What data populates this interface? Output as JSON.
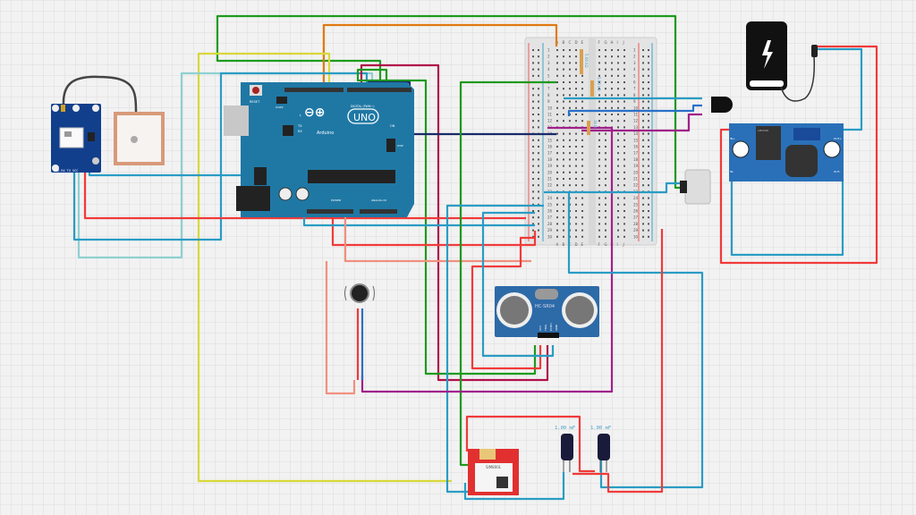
{
  "arduino": {
    "brand": "Arduino",
    "model": "UNO",
    "reset_label": "RESET",
    "icsp2_label": "ICSP2",
    "icsp_label": "ICSP",
    "digital_label": "DIGITAL (PWM~)",
    "power_label": "POWER",
    "analog_label": "ANALOG IN",
    "led_l": "L",
    "led_tx": "TX",
    "led_rx": "RX",
    "led_on": "ON",
    "color": "#1f78a4"
  },
  "gps": {
    "pins": "GND RX TX VCC",
    "color": "#123f8c"
  },
  "ultrasonic": {
    "label": "HC-SR04",
    "pins": [
      "VCC",
      "TRIG",
      "ECHO",
      "GND"
    ]
  },
  "gsm": {
    "label": "SIM800L"
  },
  "capacitors": [
    {
      "label": "1.00 mF"
    },
    {
      "label": "1.00 mF"
    }
  ],
  "regulator": {
    "chip": "LM2596",
    "in_plus": "IN+",
    "in_minus": "IN-",
    "out_plus": "OUT+",
    "out_minus": "OUT-"
  },
  "breadboard": {
    "columns_left": [
      "A",
      "B",
      "C",
      "D",
      "E"
    ],
    "columns_right": [
      "F",
      "G",
      "H",
      "I",
      "J"
    ],
    "rows": 30
  },
  "resistors": [
    {
      "label": "5.00 kΩ"
    },
    {
      "label": "5.00 kΩ"
    },
    {
      "label": "1k Ω"
    }
  ],
  "wire_colors": {
    "red": "#f03a3a",
    "green": "#1e9a1e",
    "orange": "#e07a10",
    "yellow": "#d8d83a",
    "teal": "#2a9cc4",
    "lightteal": "#8fd0d0",
    "navy": "#1a2a6a",
    "purple": "#a0208a",
    "crimson": "#b0104a",
    "blue": "#2a70c8",
    "salmon": "#f09080"
  }
}
